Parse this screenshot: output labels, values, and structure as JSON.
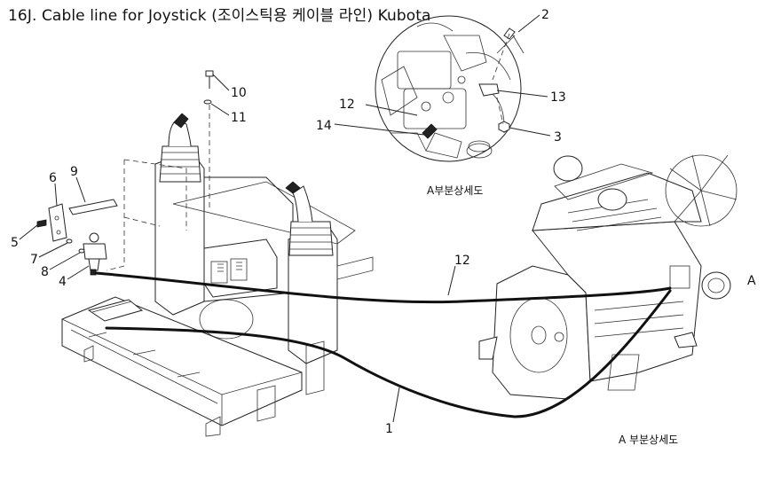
{
  "title": "16J. Cable line for Joystick (조이스틱용 케이블 라인) Kubota",
  "callouts": {
    "c1": "1",
    "c2": "2",
    "c3": "3",
    "c4": "4",
    "c5": "5",
    "c6": "6",
    "c7": "7",
    "c8": "8",
    "c9": "9",
    "c10": "10",
    "c11": "11",
    "c12_detail": "12",
    "c12_main": "12",
    "c13": "13",
    "c14": "14",
    "cA": "A"
  },
  "captions": {
    "detail_caption": "A부분상세도",
    "bottom_caption": "A 부분상세도"
  },
  "colors": {
    "line": "#222222",
    "background": "#ffffff"
  }
}
